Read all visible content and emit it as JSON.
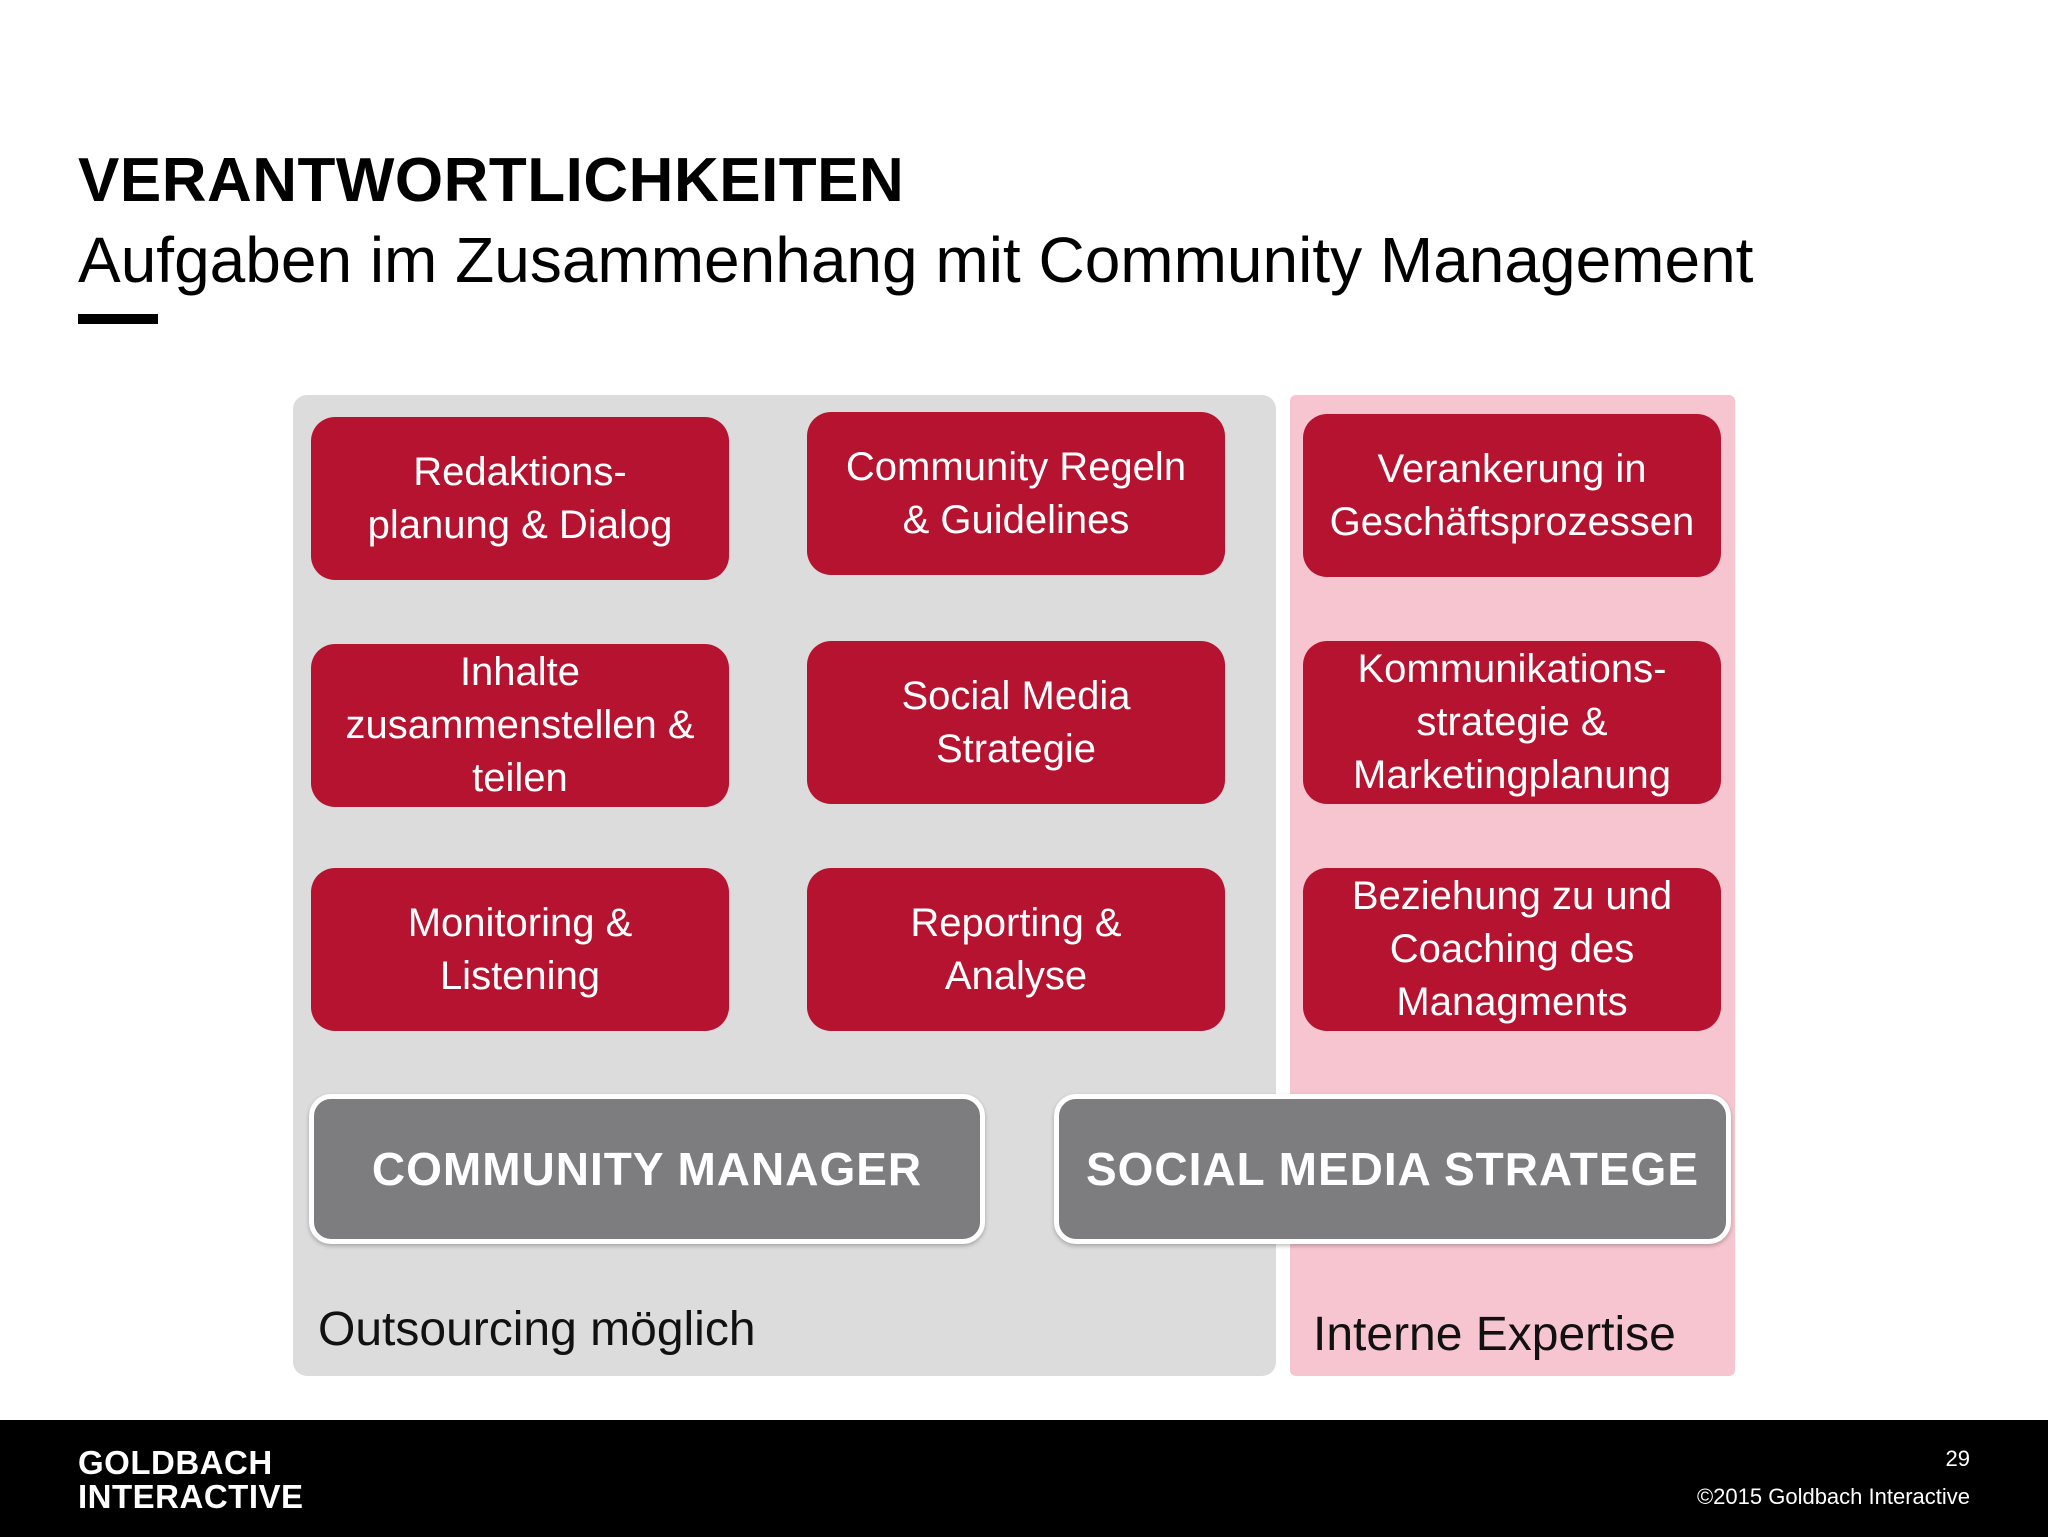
{
  "header": {
    "title": "VERANTWORTLICHKEITEN",
    "subtitle": "Aufgaben im Zusammenhang mit Community Management"
  },
  "tasks": {
    "redaktion": "Redaktions-\nplanung & Dialog",
    "community_regeln": "Community Regeln\n& Guidelines",
    "verankerung": "Verankerung in\nGeschäftsprozessen",
    "inhalte": "Inhalte\nzusammenstellen &\nteilen",
    "social_media_strategie": "Social Media\nStrategie",
    "kommunikation": "Kommunikations-\nstrategie &\nMarketingplanung",
    "monitoring": "Monitoring &\nListening",
    "reporting": "Reporting &\nAnalyse",
    "beziehung": "Beziehung zu und\nCoaching des\nManagments"
  },
  "roles": {
    "community_manager": "COMMUNITY MANAGER",
    "social_media_strategist": "SOCIAL MEDIA STRATEGE"
  },
  "captions": {
    "outsourcing": "Outsourcing möglich",
    "intern": "Interne Expertise"
  },
  "footer": {
    "logo_line1": "GOLDBACH",
    "logo_line2": "INTERACTIVE",
    "page_number": "29",
    "copyright": "©2015 Goldbach Interactive"
  },
  "colors": {
    "task_red": "#b5132f",
    "panel_grey": "#dcdcdc",
    "panel_pink": "#f7c5cf",
    "role_grey": "#7d7c7e"
  }
}
